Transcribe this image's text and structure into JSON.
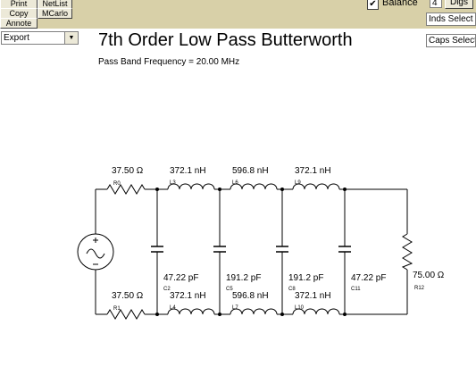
{
  "toolbar": {
    "print_label": "Print",
    "copy_label": "Copy",
    "annote_label": "Annote",
    "netlist_label": "NetList",
    "mcarlo_label": "MCarlo",
    "balance_label": "Balance",
    "balance_checked": true,
    "digits_value": "4",
    "digits_label": "Digs",
    "inds_select": "Inds Select",
    "caps_select": "Caps Select",
    "export_value": "Export"
  },
  "title": "7th Order Low Pass Butterworth",
  "subtitle": "Pass Band Frequency = 20.00 MHz",
  "schematic": {
    "r_source_top": {
      "value": "37.50 Ω",
      "ref": "R0"
    },
    "r_source_bottom": {
      "value": "37.50 Ω",
      "ref": "R1"
    },
    "inductors_top": [
      {
        "value": "372.1 nH",
        "ref": "L3"
      },
      {
        "value": "596.8 nH",
        "ref": "L6"
      },
      {
        "value": "372.1 nH",
        "ref": "L9"
      }
    ],
    "inductors_bottom": [
      {
        "value": "372.1 nH",
        "ref": "L4"
      },
      {
        "value": "596.8 nH",
        "ref": "L7"
      },
      {
        "value": "372.1 nH",
        "ref": "L10"
      }
    ],
    "capacitors": [
      {
        "value": "47.22 pF",
        "ref": "C2"
      },
      {
        "value": "191.2 pF",
        "ref": "C5"
      },
      {
        "value": "191.2 pF",
        "ref": "C8"
      },
      {
        "value": "47.22 pF",
        "ref": "C11"
      }
    ],
    "r_load": {
      "value": "75.00 Ω",
      "ref": "R12"
    }
  }
}
